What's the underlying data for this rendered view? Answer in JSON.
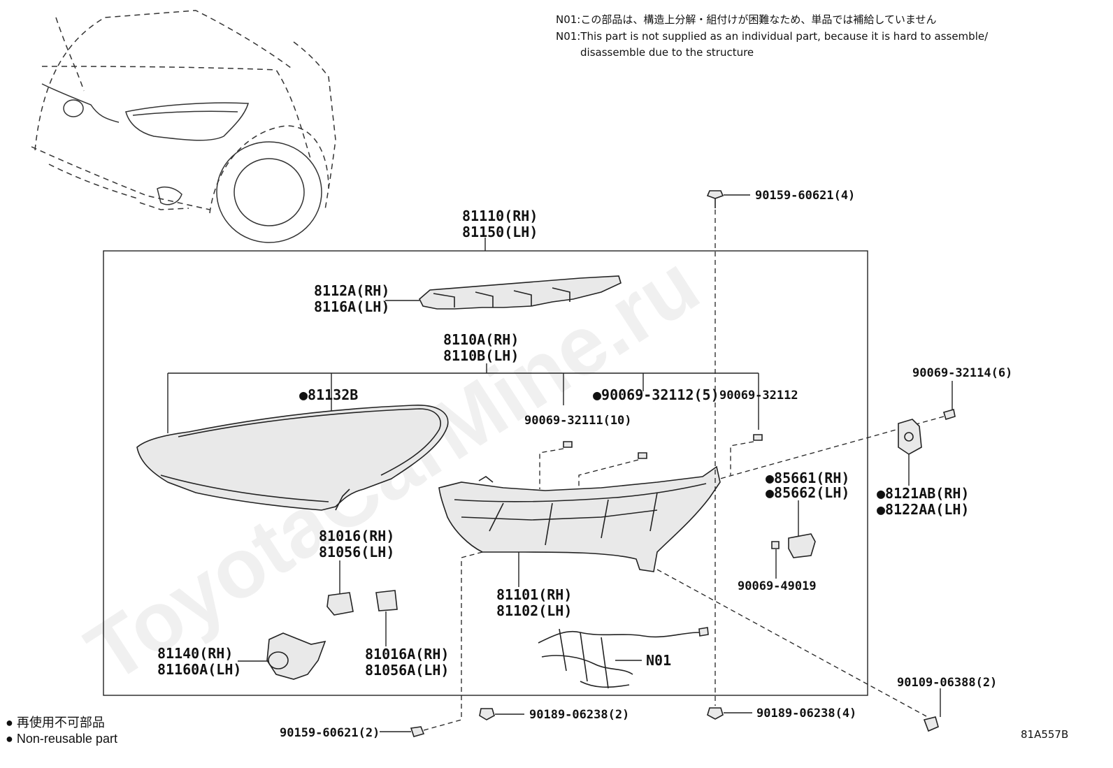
{
  "notes": {
    "n01_jp": "N01:この部品は、構造上分解・組付けが困難なため、単品では補給していません",
    "n01_en_line1": "N01:This part is not supplied as an individual part, because it is hard to assemble/",
    "n01_en_line2": "disassemble due to the structure"
  },
  "watermark": "ToyotaCarMine.ru",
  "labels": {
    "assy_rh": "81110(RH)",
    "assy_lh": "81150(LH)",
    "trim_rh": "8112A(RH)",
    "trim_lh": "8116A(LH)",
    "unit_rh": "8110A(RH)",
    "unit_lh": "8110B(LH)",
    "lens": "●81132B",
    "screw_10": "90069-32111(10)",
    "screw_5": "●90069-32112(5)",
    "screw_single": "90069-32112",
    "screw_6": "90069-32114(6)",
    "bolt_top": "90159-60621(4)",
    "motor_rh": "●85661(RH)",
    "motor_lh": "●85662(LH)",
    "bracket_rh": "●8121AB(RH)",
    "bracket_lh": "●8122AA(LH)",
    "screw_49019": "90069-49019",
    "module_rh": "81016(RH)",
    "module_lh": "81056(LH)",
    "housing_rh": "81101(RH)",
    "housing_lh": "81102(LH)",
    "n01": "N01",
    "cover_rh": "81140(RH)",
    "cover_lh": "81160A(LH)",
    "module2_rh": "81016A(RH)",
    "module2_lh": "81056A(LH)",
    "bolt_bottom": "90159-60621(2)",
    "nut_2": "90189-06238(2)",
    "nut_4": "90189-06238(4)",
    "screw_06388": "90109-06388(2)"
  },
  "legend": {
    "jp": "● 再使用不可部品",
    "en": "● Non-reusable part"
  },
  "diagram_code": "81A557B"
}
